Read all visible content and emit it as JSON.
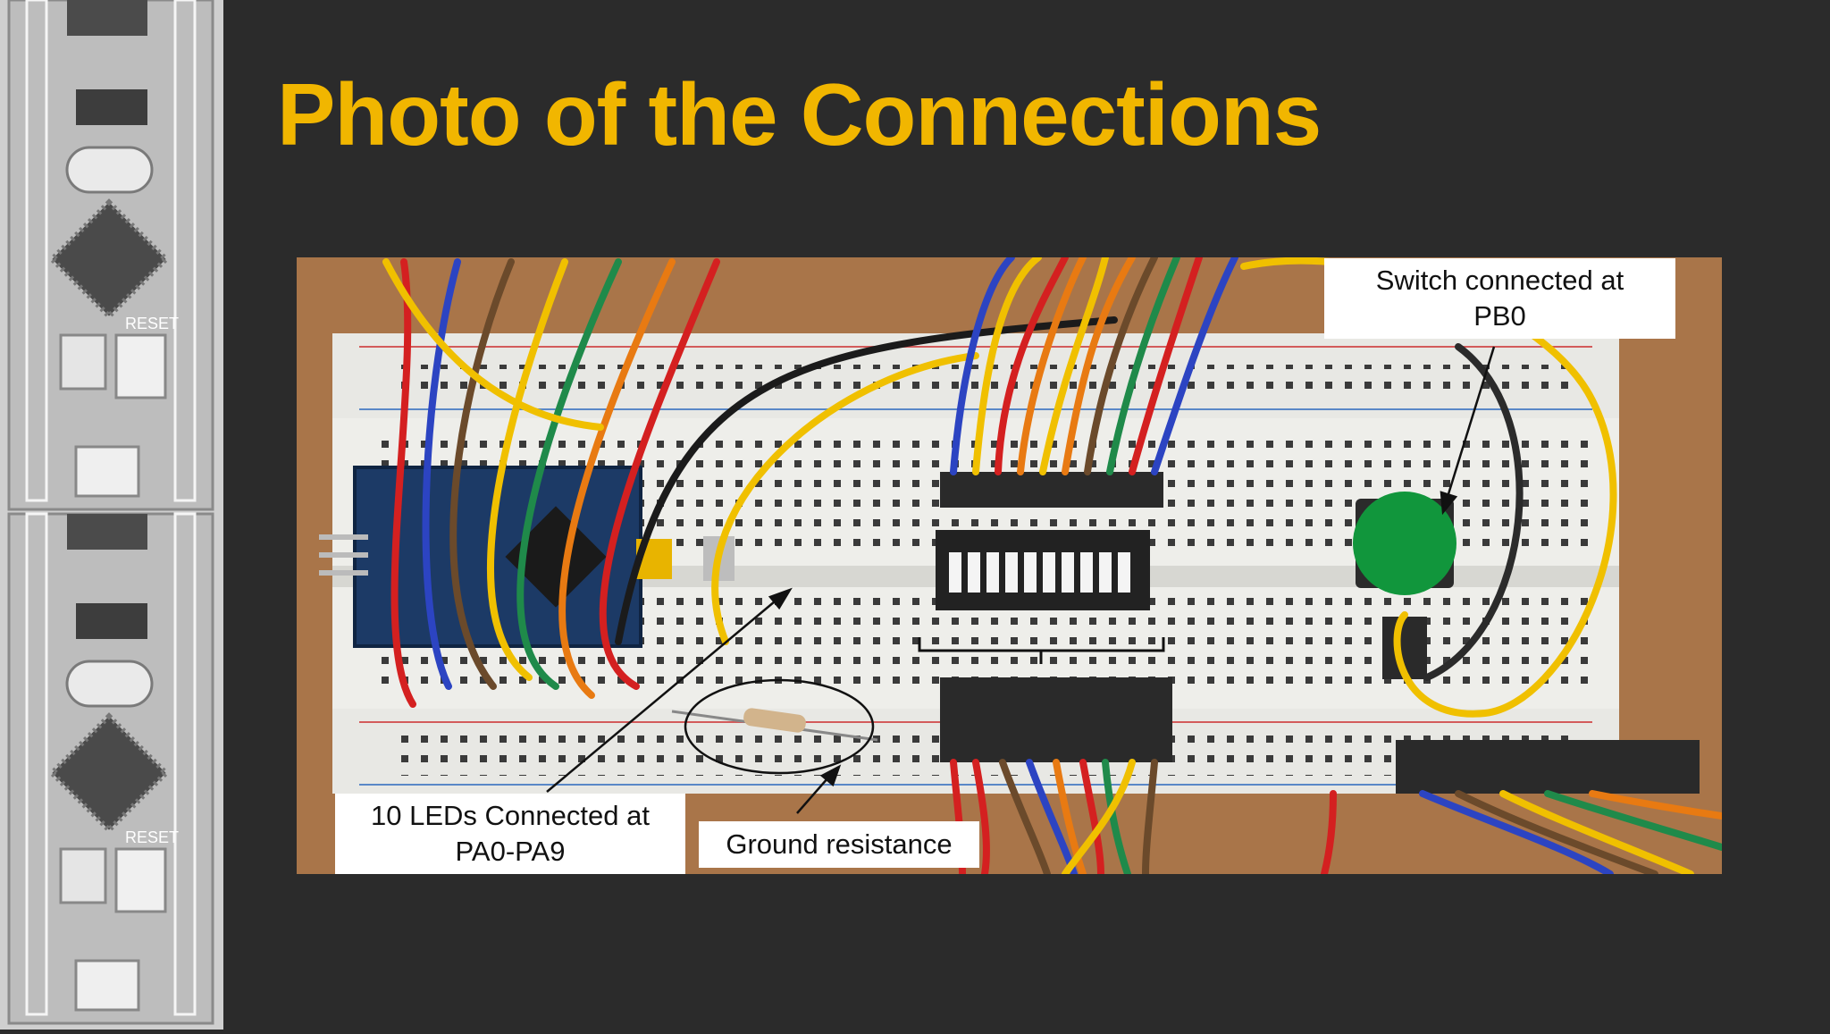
{
  "slide": {
    "title": "Photo of the Connections",
    "colors": {
      "background": "#2b2b2b",
      "title": "#f1b600"
    }
  },
  "board_strip": {
    "repeated_board_labels": [
      "RESET"
    ]
  },
  "photo": {
    "callouts": {
      "switch": {
        "line1": "Switch connected at",
        "line2": "PB0"
      },
      "leds": {
        "line1": "10 LEDs Connected at",
        "line2": "PA0-PA9"
      },
      "ground": {
        "text": "Ground resistance"
      }
    },
    "led_count": 10
  }
}
